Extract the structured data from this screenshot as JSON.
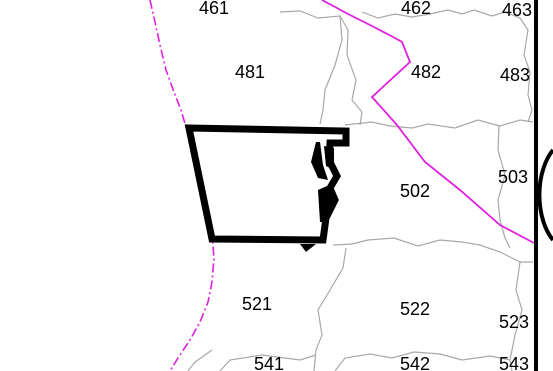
{
  "map": {
    "colors": {
      "background": "#ffffff",
      "tract_lines": "#a8a8a8",
      "magenta_boundary": "#e020e0",
      "highlight_outline": "#000000",
      "frame": "#000000"
    },
    "zone_labels": {
      "z461": "461",
      "z462": "462",
      "z463": "463",
      "z481": "481",
      "z482": "482",
      "z483": "483",
      "z502": "502",
      "z503": "503",
      "z521": "521",
      "z522": "522",
      "z523": "523",
      "z541": "541",
      "z542": "542",
      "z543": "543"
    }
  }
}
